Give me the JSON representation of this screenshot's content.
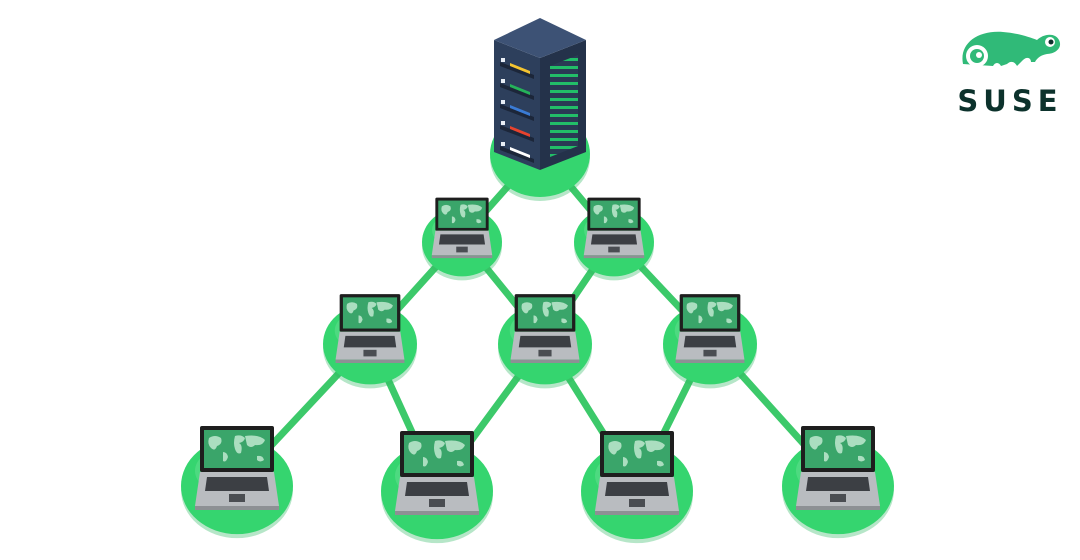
{
  "brand": {
    "name": "SUSE",
    "colors": {
      "green": "#30ba78",
      "pine": "#0c322c",
      "link": "#3cc96a",
      "pad": "#35d56f",
      "server": "#2d3f5c"
    }
  },
  "diagram": {
    "server": {
      "icon": "server-rack-icon",
      "led_colors": [
        "#f4c430",
        "#25b35a",
        "#3a7bd5",
        "#e8432e",
        "#ffffff"
      ]
    },
    "laptop_rows": [
      2,
      3,
      4
    ],
    "laptop_icon": "laptop-world-map-icon",
    "connections": [
      [
        "server",
        "laptop-1"
      ],
      [
        "server",
        "laptop-2"
      ],
      [
        "laptop-1",
        "laptop-3"
      ],
      [
        "laptop-1",
        "laptop-4"
      ],
      [
        "laptop-2",
        "laptop-4"
      ],
      [
        "laptop-2",
        "laptop-5"
      ],
      [
        "laptop-3",
        "laptop-6"
      ],
      [
        "laptop-3",
        "laptop-7"
      ],
      [
        "laptop-4",
        "laptop-7"
      ],
      [
        "laptop-4",
        "laptop-8"
      ],
      [
        "laptop-5",
        "laptop-8"
      ],
      [
        "laptop-5",
        "laptop-9"
      ]
    ]
  }
}
